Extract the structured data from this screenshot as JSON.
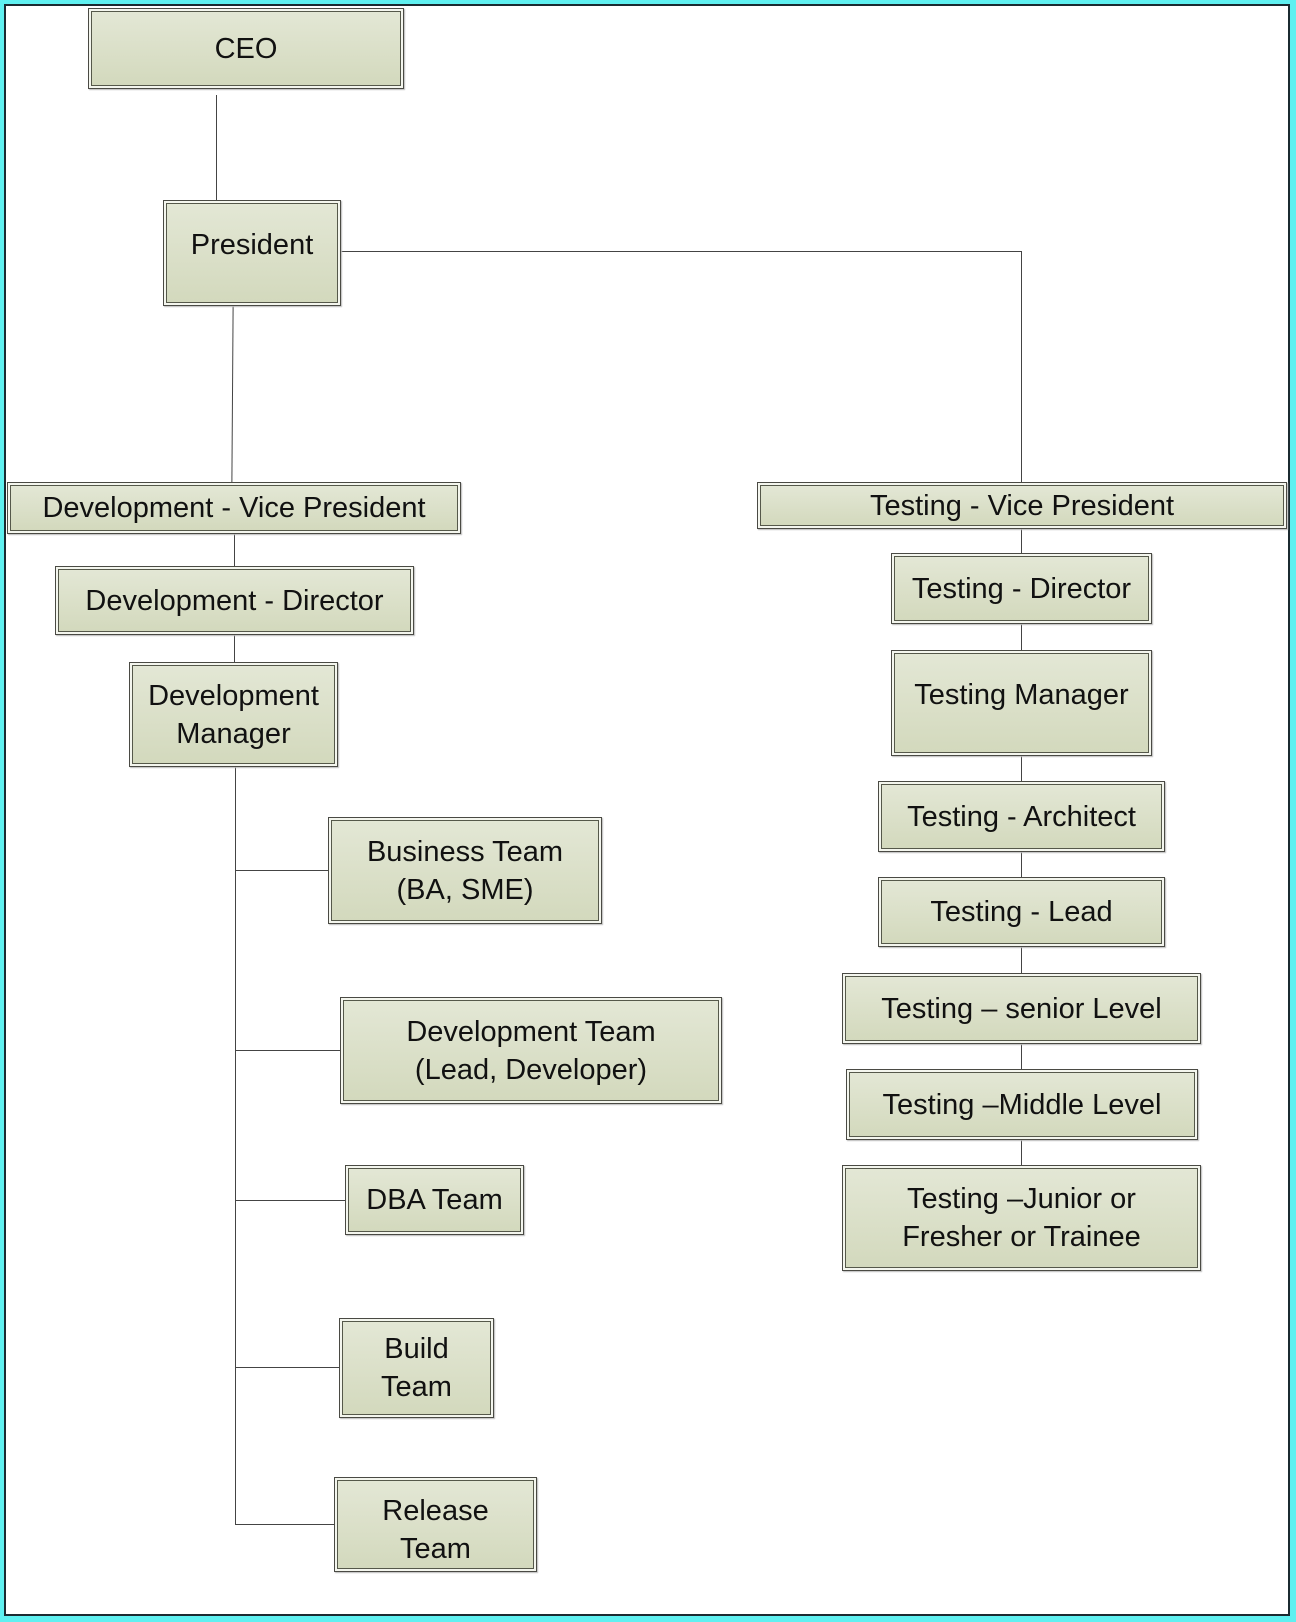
{
  "nodes": {
    "ceo": "CEO",
    "president": "President",
    "dev_vp": "Development - Vice President",
    "dev_director": "Development - Director",
    "dev_manager": "Development\nManager",
    "business_team": "Business Team\n(BA, SME)",
    "development_team": "Development Team\n(Lead, Developer)",
    "dba_team": "DBA Team",
    "build_team": "Build\nTeam",
    "release_team": "Release\nTeam",
    "test_vp": "Testing - Vice President",
    "test_director": "Testing - Director",
    "test_manager": "Testing Manager",
    "test_architect": "Testing - Architect",
    "test_lead": "Testing - Lead",
    "test_senior": "Testing – senior Level",
    "test_middle": "Testing –Middle Level",
    "test_junior": "Testing –Junior or\nFresher or Trainee"
  }
}
